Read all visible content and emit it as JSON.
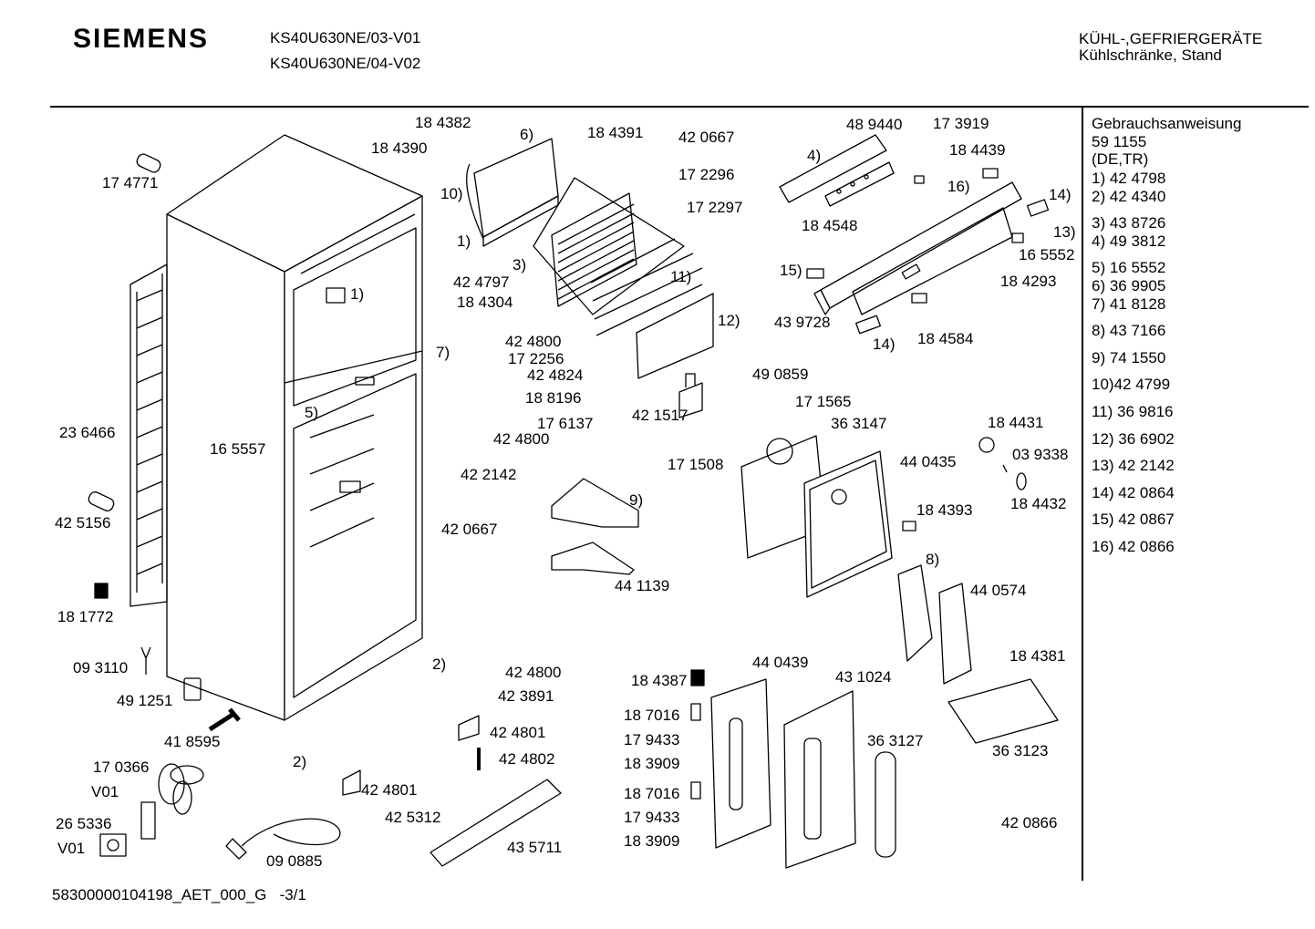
{
  "header": {
    "brand": "SIEMENS",
    "models": [
      "KS40U630NE/03-V01",
      "KS40U630NE/04-V02"
    ],
    "category_line1": "KÜHL-,GEFRIERGERÄTE",
    "category_line2": "Kühlschränke, Stand"
  },
  "legend": {
    "title": "Gebrauchsanweisung",
    "number": "59 1155",
    "languages": "(DE,TR)",
    "items": [
      "1) 42 4798",
      "2) 42 4340",
      "3) 43 8726",
      "4) 49 3812",
      "5) 16 5552",
      "6) 36 9905",
      "7) 41 8128",
      "8) 43 7166",
      "9) 74 1550",
      "10)42 4799",
      "11) 36 9816",
      "12) 36 6902",
      "13) 42 2142",
      "14) 42 0864",
      "15) 42 0867",
      "16) 42 0866"
    ]
  },
  "parts": [
    "17 4771",
    "23 6466",
    "42 5156",
    "18 1772",
    "09 3110",
    "49 1251",
    "41 8595",
    "17 0366",
    "V01",
    "26 5336",
    "V01",
    "09 0885",
    "16 5557",
    "5)",
    "1)",
    "2)",
    "2)",
    "18 4382",
    "18 4390",
    "6)",
    "10)",
    "1)",
    "42 4797",
    "18 4304",
    "3)",
    "7)",
    "42 4800",
    "17 2256",
    "42 4824",
    "18 8196",
    "17 6137",
    "42 4800",
    "42 2142",
    "42 0667",
    "9)",
    "44 1139",
    "42 4800",
    "42 3891",
    "42 4801",
    "42 4802",
    "42 4801",
    "42 5312",
    "43 5711",
    "18 4391",
    "42 0667",
    "17 2296",
    "17 2297",
    "11)",
    "12)",
    "42 1517",
    "49 0859",
    "17 1565",
    "17 1508",
    "36 3147",
    "44 0435",
    "18 4393",
    "48 9440",
    "17 3919",
    "18 4439",
    "4)",
    "16)",
    "14)",
    "13)",
    "16 5552",
    "18 4548",
    "15)",
    "18 4293",
    "43 9728",
    "14)",
    "18 4584",
    "18 4431",
    "03 9338",
    "18 4432",
    "8)",
    "44 0574",
    "18 4381",
    "36 3123",
    "44 0439",
    "43 1024",
    "36 3127",
    "18 4387",
    "18 7016",
    "17 9433",
    "18 3909",
    "18 7016",
    "17 9433",
    "18 3909",
    "42 0866"
  ],
  "footer": {
    "doc_id": "58300000104198_AET_000_G",
    "page": "-3/1"
  }
}
